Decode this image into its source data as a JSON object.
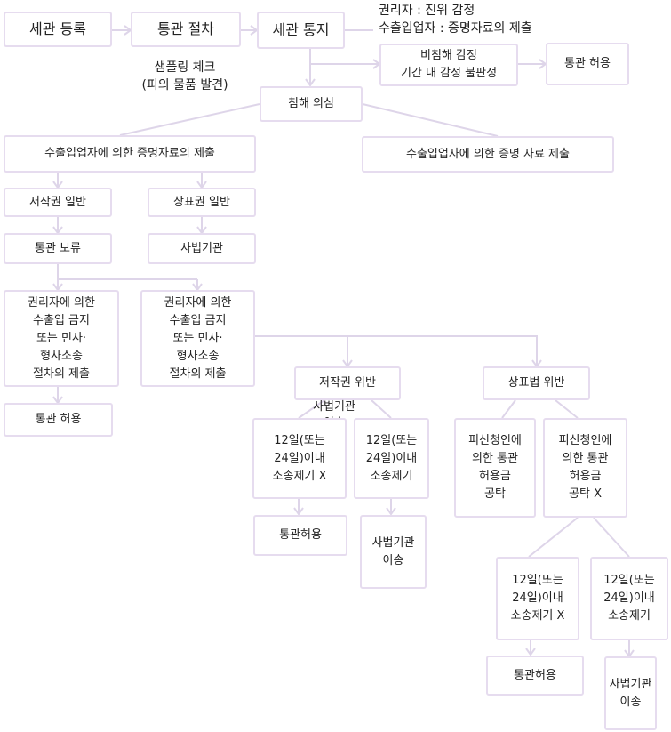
{
  "nodes": {
    "customs_registration": "세관 등록",
    "clearance_procedure": "통관 절차",
    "customs_notice": "세관 통지",
    "non_infringement": "비침해 감정\n기간 내 감정 불판정",
    "clearance_allowed_top": "통관 허용",
    "infringement_suspected": "침해 의심",
    "evidence_left": "수출입업자에 의한 증명자료의 제출",
    "evidence_right": "수출입업자에 의한 증명 자료 제출",
    "copyright_general": "저작권 일반",
    "trademark_general": "상표권 일반",
    "clearance_hold": "통관 보류",
    "judicial_agency_1": "사법기관",
    "holder_action_1": "권리자에 의한\n수출입 금지\n또는 민사·\n형사소송\n절차의 제출",
    "holder_action_2": "권리자에 의한\n수출입 금지\n또는 민사·\n형사소송\n절차의 제출",
    "clearance_allowed_left": "통관 허용",
    "copyright_violation": "저작권 위반",
    "trademark_violation": "상표법 위반",
    "no_suit_a": "12일(또는\n24일)이내\n소송제기 X",
    "suit_a": "12일(또는\n24일)이내\n소송제기",
    "deposit_yes": "피신청인에\n의한 통관\n허용금\n공탁",
    "deposit_no": "피신청인에\n의한 통관\n허용금\n공탁 X",
    "clearance_allowed_a": "통관허용",
    "judicial_transfer_a": "사법기관\n이송",
    "no_suit_b": "12일(또는\n24일)이내\n소송제기 X",
    "suit_b": "12일(또는\n24일)이내\n소송제기",
    "clearance_allowed_b": "통관허용",
    "judicial_transfer_b": "사법기관\n이송"
  },
  "annotations": {
    "appraisal": "권리자 : 진위 감정\n수출입업자 : 증명자료의 제출",
    "sampling": "샘플링 체크\n(피의 물품 발견)",
    "judicial_transfer_note": "사법기관\n이송"
  }
}
